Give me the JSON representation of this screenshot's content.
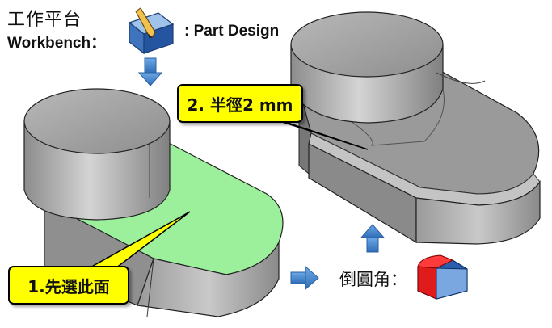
{
  "workbench": {
    "label_cn": "工作平台",
    "label_en": "Workbench",
    "colon": "：",
    "name": ": Part Design",
    "icon": "part-design-workbench-icon"
  },
  "steps": {
    "step1": "1.先選此面",
    "step2": "2. 半徑2 mm"
  },
  "fillet": {
    "label": "倒圓角：",
    "icon": "edge-fillet-icon"
  },
  "colors": {
    "selected_face": "#9cf09c",
    "callout_bg": "#ffff00",
    "arrow": "#4a8ed4",
    "model_grey": "#a6a6a6"
  }
}
